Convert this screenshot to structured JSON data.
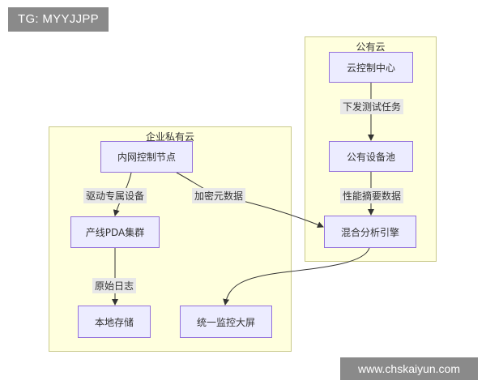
{
  "watermarks": {
    "top": "TG: MYYJJPP",
    "bottom": "www.chskaiyun.com"
  },
  "clusters": {
    "public": "公有云",
    "private": "企业私有云"
  },
  "nodes": {
    "cloud_control": "云控制中心",
    "public_device_pool": "公有设备池",
    "hybrid_engine": "混合分析引擎",
    "intranet_node": "内网控制节点",
    "pda_cluster": "产线PDA集群",
    "local_storage": "本地存储",
    "unified_screen": "统一监控大屏"
  },
  "edges": {
    "dispatch_tasks": "下发测试任务",
    "perf_summary": "性能摘要数据",
    "drive_devices": "驱动专属设备",
    "encrypt_meta": "加密元数据",
    "raw_logs": "原始日志"
  },
  "colors": {
    "cluster_fill": "#ffffde",
    "node_fill": "#ececff",
    "node_border": "#9370db",
    "edge": "#333333"
  }
}
